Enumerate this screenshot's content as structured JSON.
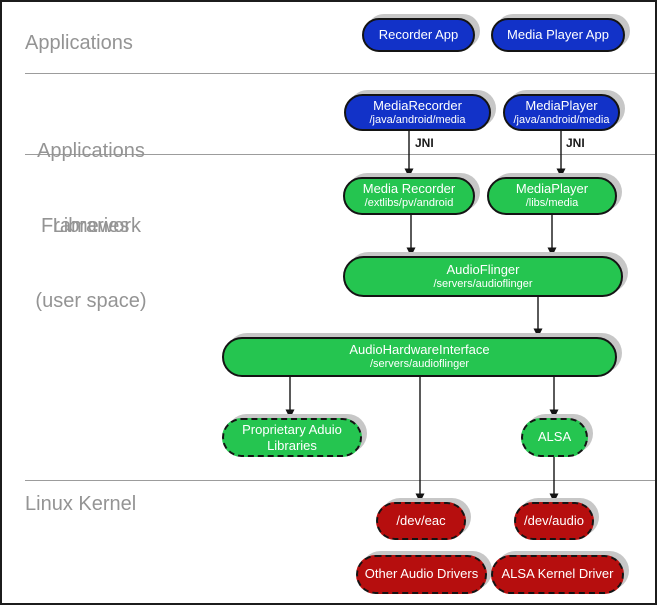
{
  "layers": {
    "applications": "Applications",
    "framework_line1": "Applications",
    "framework_line2": "Framework",
    "libraries_line1": "Libraries",
    "libraries_line2": "(user space)",
    "kernel": "Linux Kernel"
  },
  "jni_label": "JNI",
  "nodes": {
    "recorder_app": {
      "label": "Recorder App"
    },
    "media_player_app": {
      "label": "Media Player App"
    },
    "media_recorder_fw": {
      "label": "MediaRecorder",
      "path": "/java/android/media"
    },
    "media_player_fw": {
      "label": "MediaPlayer",
      "path": "/java/android/media"
    },
    "media_recorder_lib": {
      "label": "Media Recorder",
      "path": "/extlibs/pv/android"
    },
    "media_player_lib": {
      "label": "MediaPlayer",
      "path": "/libs/media"
    },
    "audio_flinger": {
      "label": "AudioFlinger",
      "path": "/servers/audioflinger"
    },
    "audio_hardware_interface": {
      "label": "AudioHardwareInterface",
      "path": "/servers/audioflinger"
    },
    "proprietary_audio_libraries": {
      "label": "Proprietary Aduio",
      "label2": "Libraries"
    },
    "alsa": {
      "label": "ALSA"
    },
    "dev_eac": {
      "label": "/dev/eac"
    },
    "dev_audio": {
      "label": "/dev/audio"
    },
    "other_audio_drivers": {
      "label": "Other Audio Drivers"
    },
    "alsa_kernel_driver": {
      "label": "ALSA Kernel Driver"
    }
  },
  "colors": {
    "node_blue": "#1232c8",
    "node_green": "#25c550",
    "node_red": "#b60e0e",
    "node_text": "#ffffff",
    "shadow": "#c7c7c7",
    "layer_label": "#949494",
    "divider": "#9c9c9c",
    "connector": "#141414",
    "frame_border": "#1c1c1c"
  }
}
